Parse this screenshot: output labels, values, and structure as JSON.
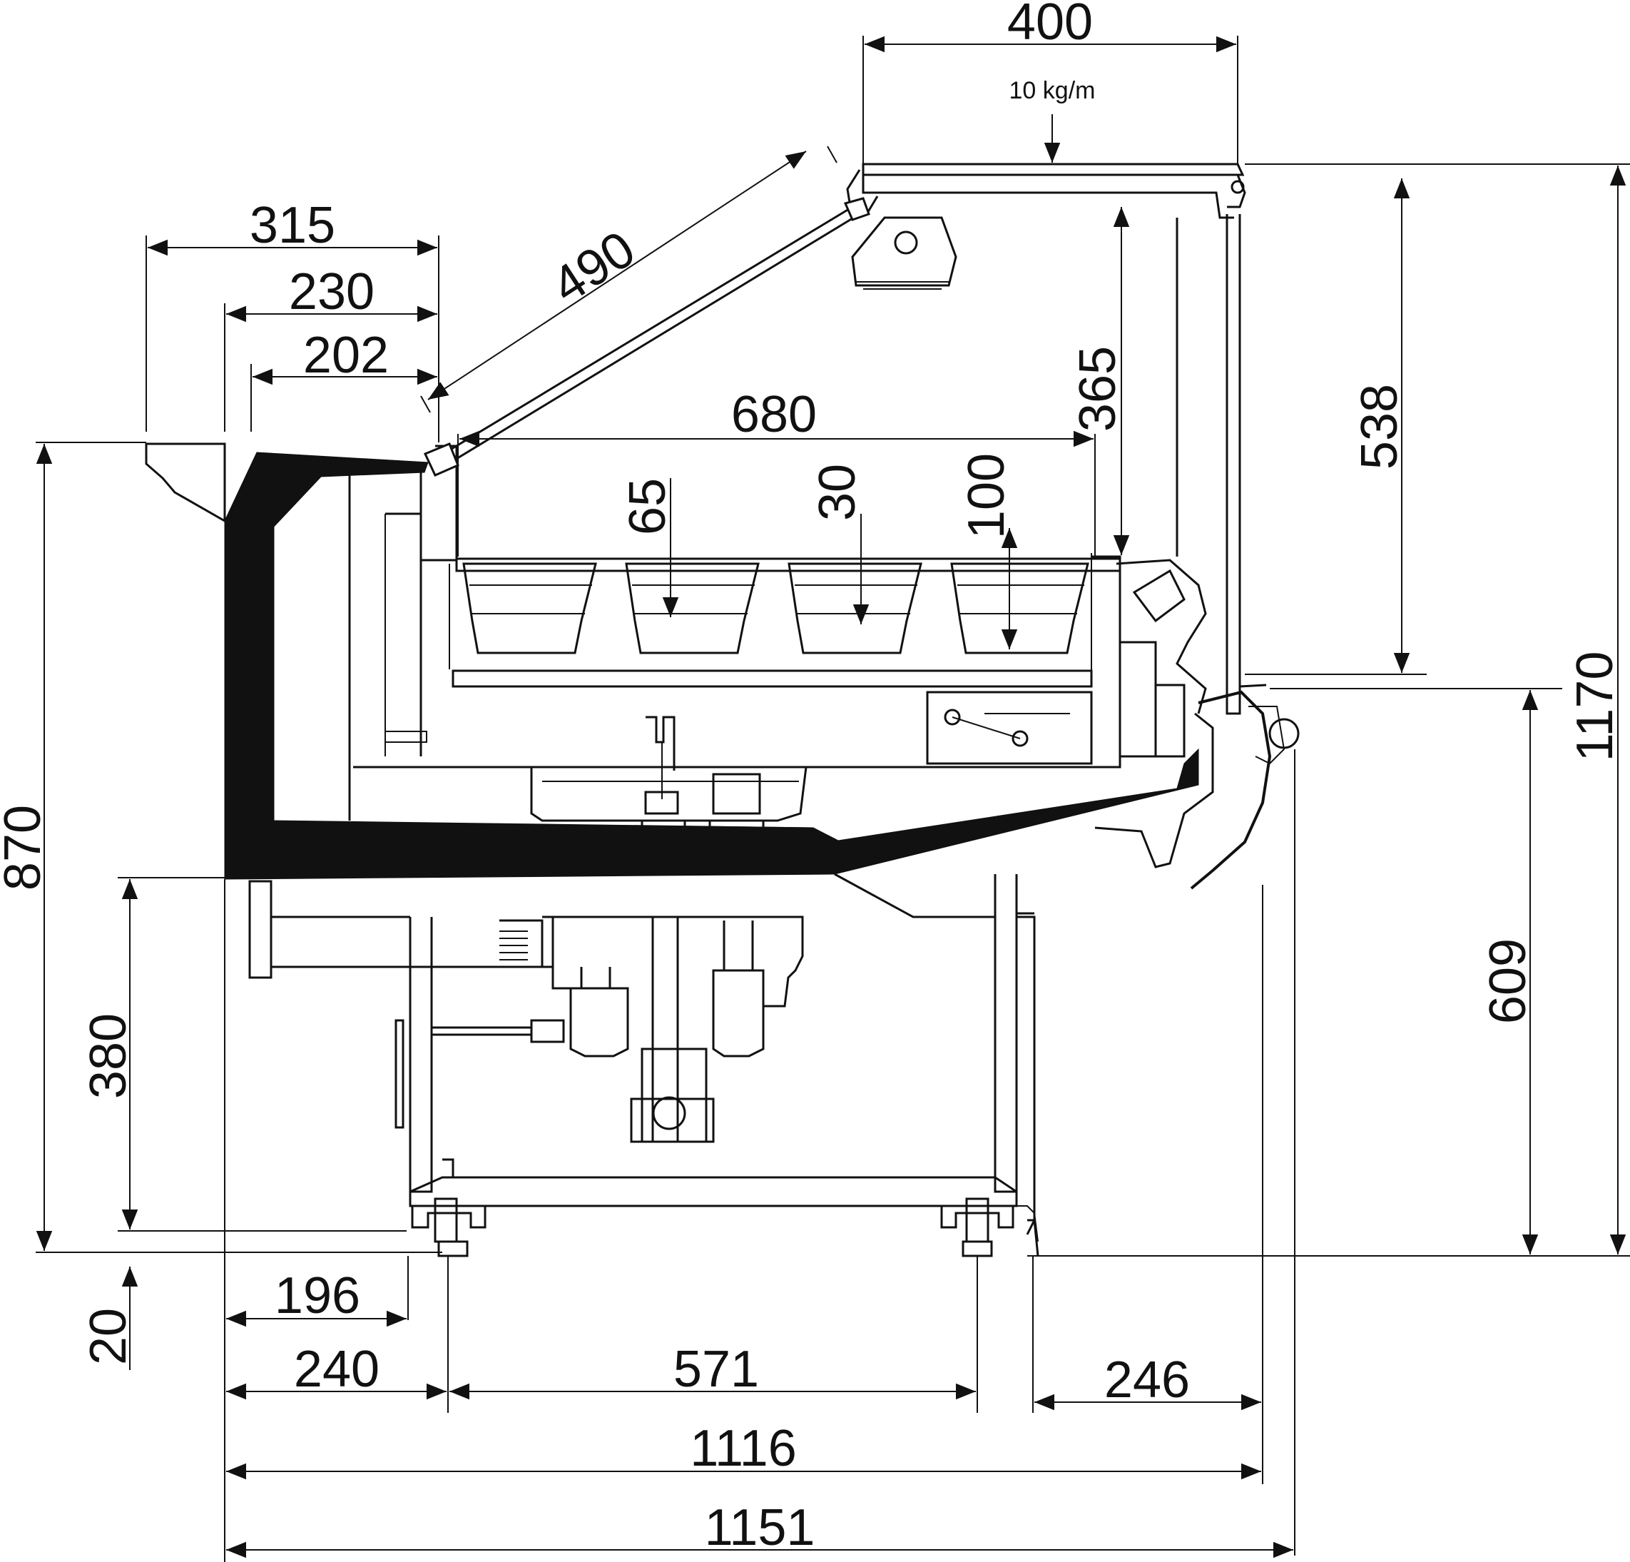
{
  "load_label": "10 kg/m",
  "dimensions": {
    "top_width": "400",
    "left_315": "315",
    "left_230": "230",
    "left_202": "202",
    "glass_490": "490",
    "shelf_680": "680",
    "height_365": "365",
    "height_538": "538",
    "tray_65": "65",
    "tray_30": "30",
    "tray_100": "100",
    "total_1170": "1170",
    "counter_870": "870",
    "front_609": "609",
    "base_380": "380",
    "foot_20": "20",
    "offset_196": "196",
    "offset_240": "240",
    "feet_571": "571",
    "right_246": "246",
    "depth_1116": "1116",
    "depth_1151": "1151"
  }
}
